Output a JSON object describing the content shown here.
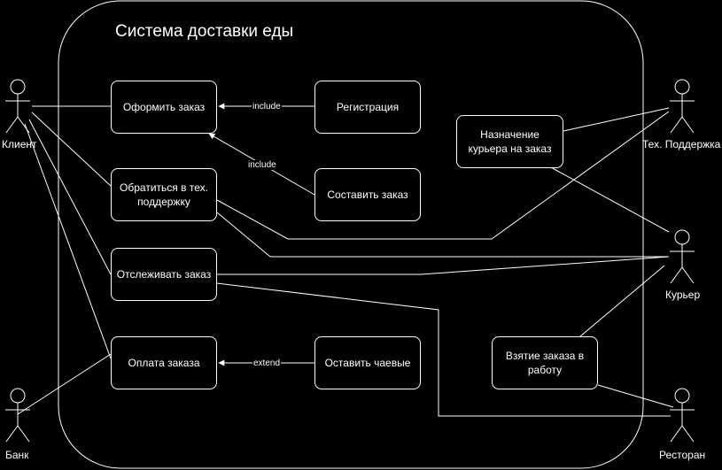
{
  "system": {
    "title": "Система доставки еды"
  },
  "actors": {
    "client": "Клиент",
    "bank": "Банк",
    "support": "Тех. Поддержка",
    "courier": "Курьер",
    "restaurant": "Ресторан"
  },
  "use_cases": {
    "place_order": "Оформить заказ",
    "register": "Регистрация",
    "contact_support": "Обратиться в тех. поддержку",
    "compose_order": "Составить заказ",
    "assign_courier": "Назначение курьера на заказ",
    "track_order": "Отслеживать заказ",
    "pay_order": "Оплата заказа",
    "leave_tip": "Оставить чаевые",
    "take_order": "Взятие заказа в работу"
  },
  "relations": {
    "include_1": "include",
    "include_2": "include",
    "extend_1": "extend"
  }
}
